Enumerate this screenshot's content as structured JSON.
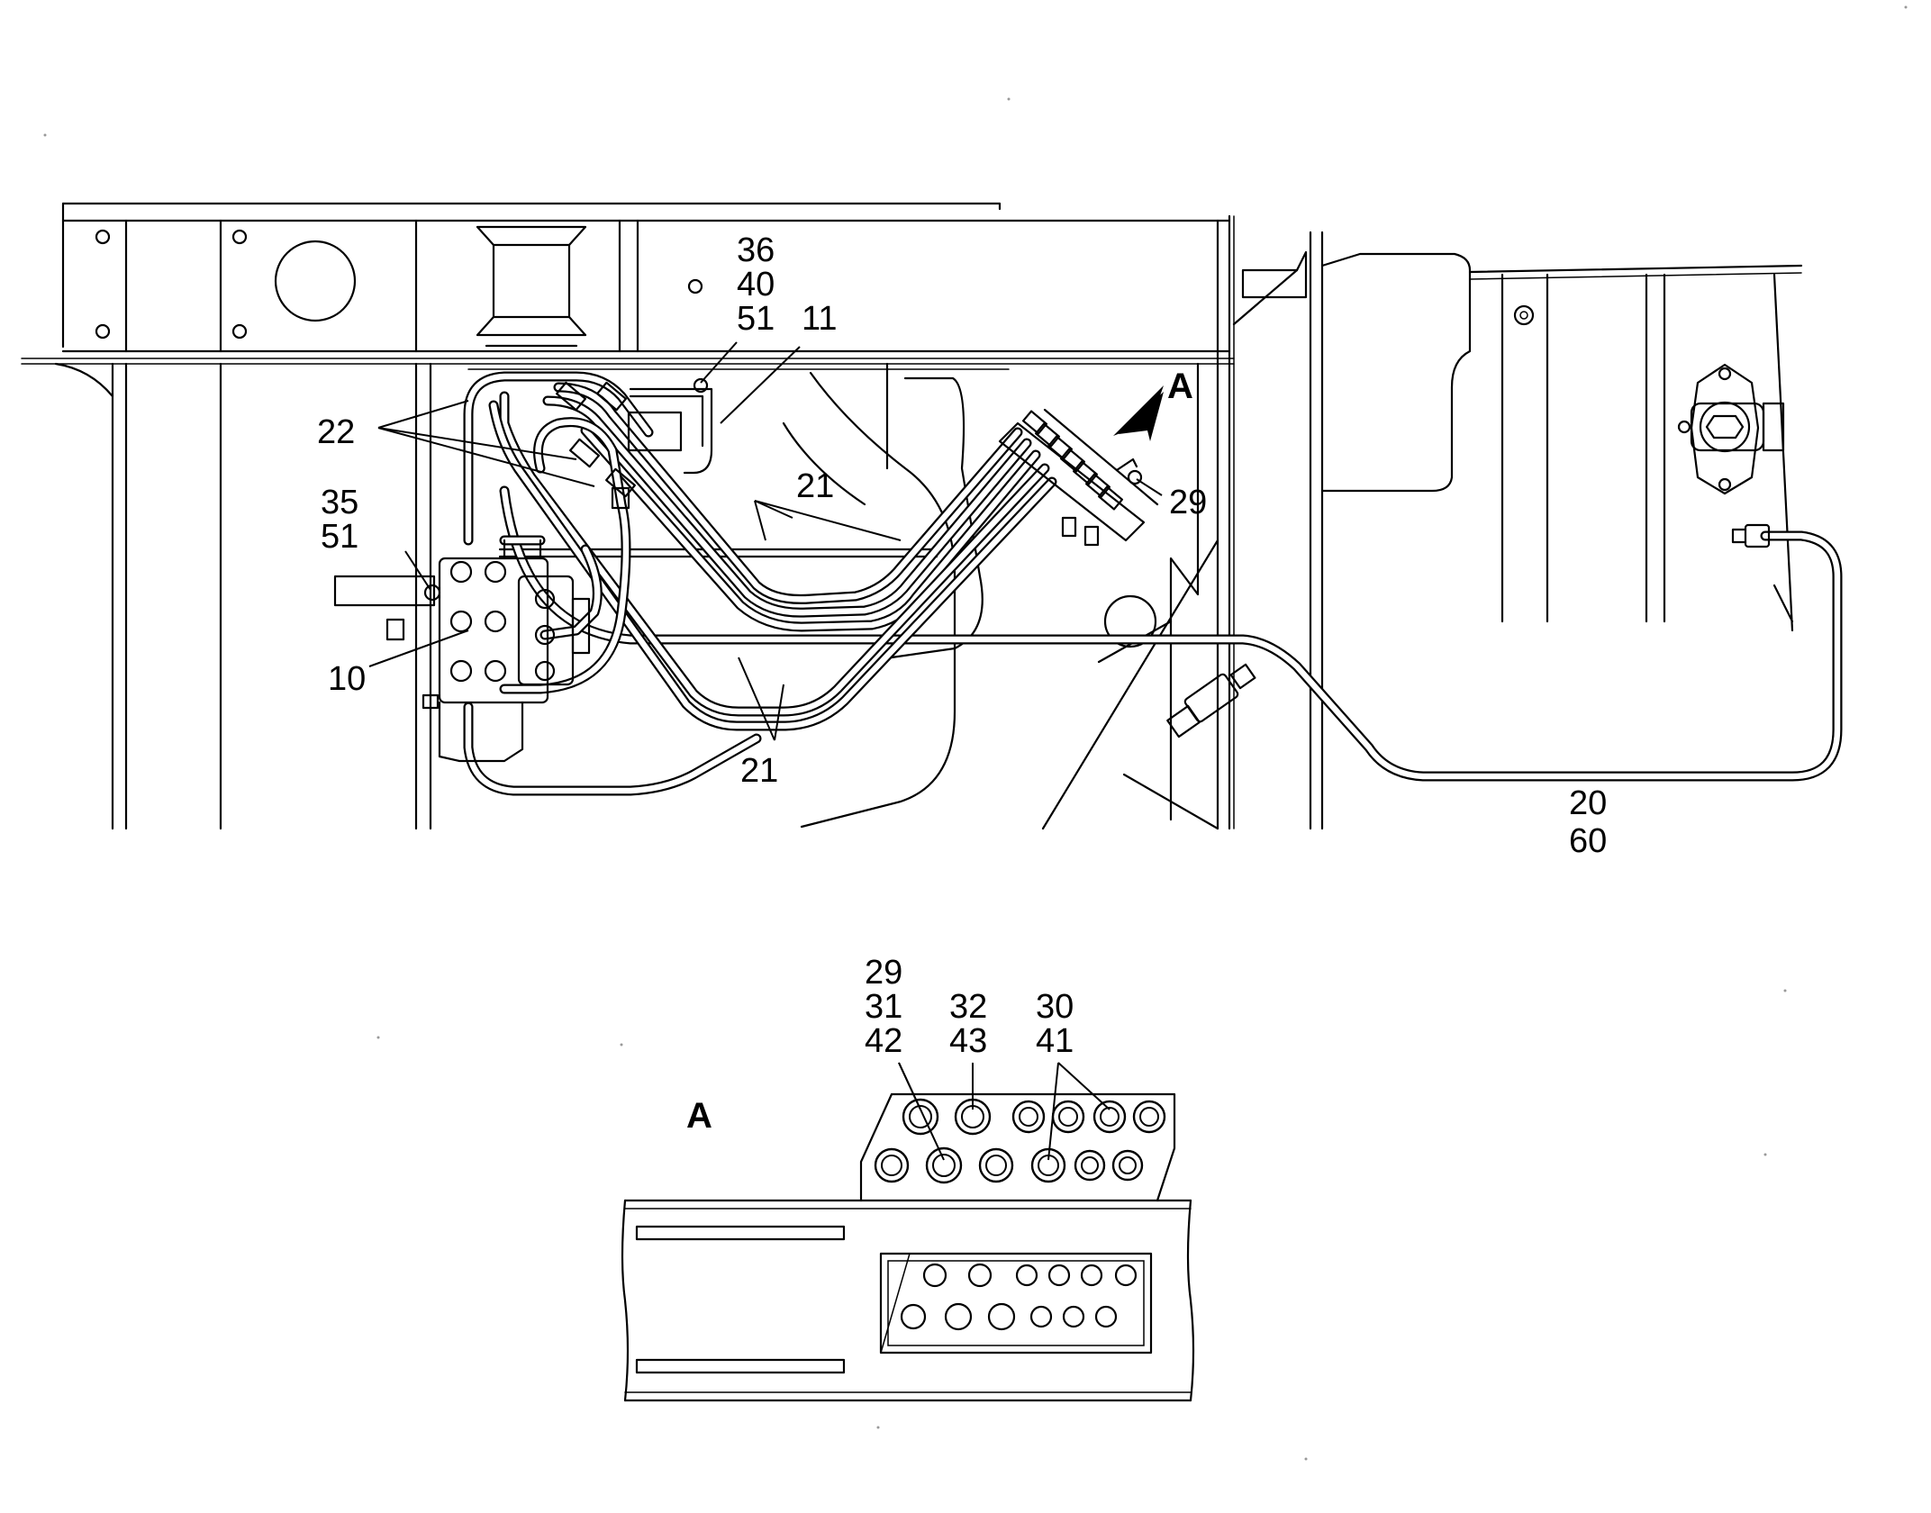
{
  "callouts": {
    "c36_40_51": [
      "36",
      "40",
      "51"
    ],
    "c11": "11",
    "c22": "22",
    "c35_51": [
      "35",
      "51"
    ],
    "c10": "10",
    "c21_top": "21",
    "c21_bottom": "21",
    "c29_main": "29",
    "c20_60": [
      "20",
      "60"
    ],
    "c29_31_42": [
      "29",
      "31",
      "42"
    ],
    "c32_43": [
      "32",
      "43"
    ],
    "c30_41": [
      "30",
      "41"
    ]
  },
  "view_labels": {
    "arrow_view": "A",
    "detail_view": "A"
  }
}
